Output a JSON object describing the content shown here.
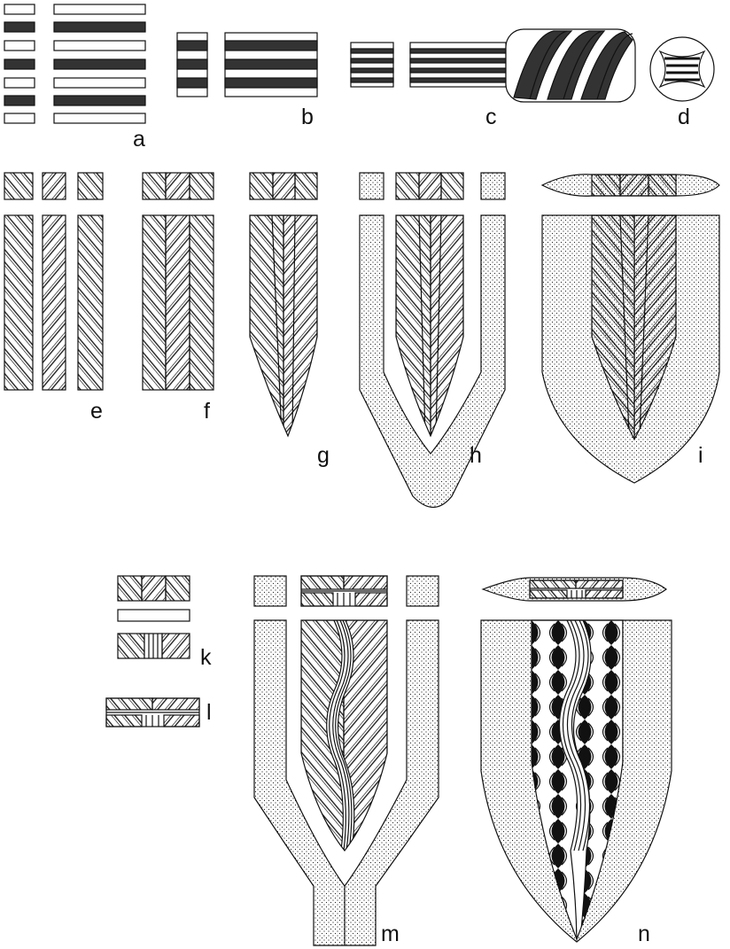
{
  "labels": {
    "a": "a",
    "b": "b",
    "c": "c",
    "d": "d",
    "e": "e",
    "f": "f",
    "g": "g",
    "h": "h",
    "i": "i",
    "k": "k",
    "l": "l",
    "m": "m",
    "n": "n"
  }
}
